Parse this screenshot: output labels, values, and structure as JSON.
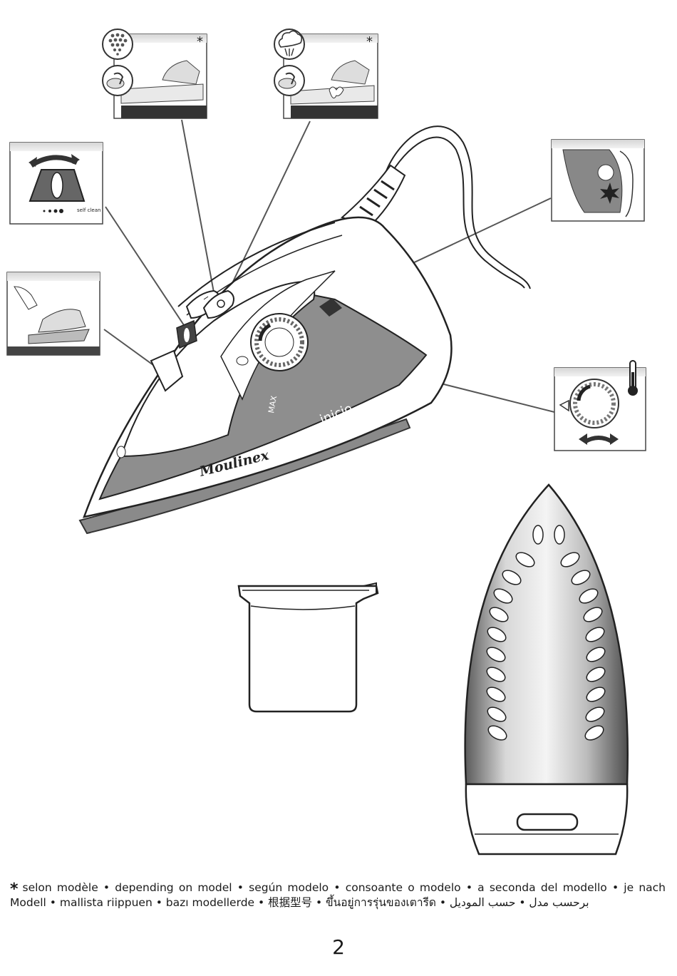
{
  "iron": {
    "brand": "Moulinex",
    "model_label": "inicio",
    "max_label": "MAX",
    "self_clean_label": "self clean"
  },
  "callouts": {
    "asterisk": "*"
  },
  "footnote": {
    "asterisk": "*",
    "text": "selon modèle • depending on model • según modelo • consoante o modelo • a seconda del modello • je nach Modell • mallista riippuen • bazı modellerde • 根据型号 • ขึ้นอยู่การรุ่นของเตารีด • برحسب مدل • حسب الموديل"
  },
  "page_number": "2"
}
